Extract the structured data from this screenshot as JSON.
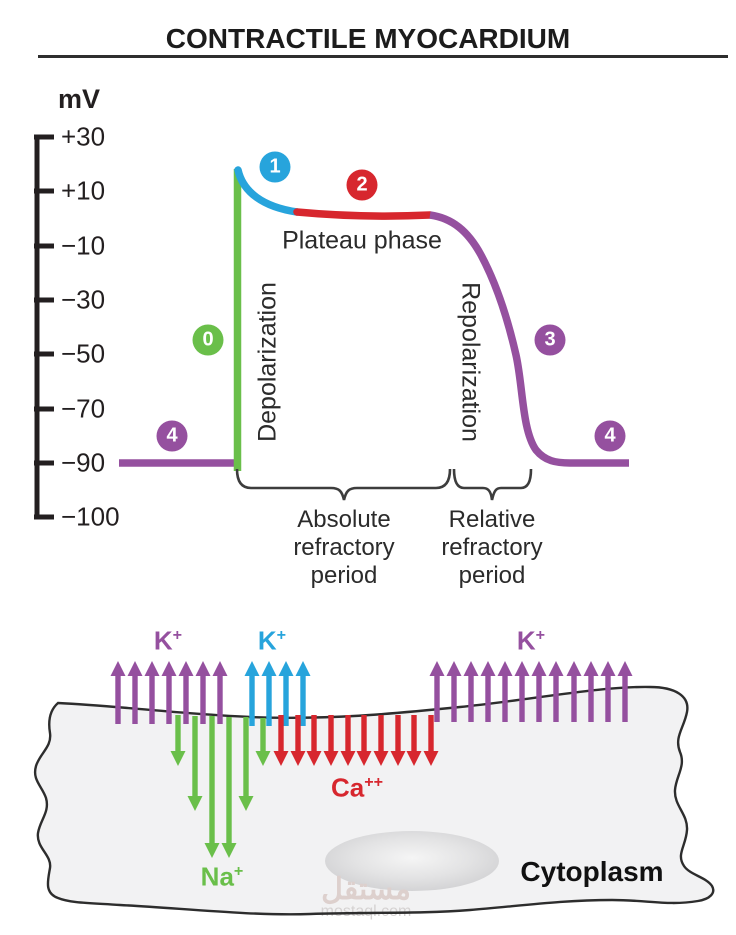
{
  "title": "CONTRACTILE MYOCARDIUM",
  "colors": {
    "green": "#6abf4a",
    "blue": "#27a4dc",
    "red": "#d7272e",
    "purple": "#95509f",
    "ink": "#231f20",
    "brace": "#3d3d3d",
    "cell_fill": "#f2f2f3",
    "cell_stroke": "#2d2d2d",
    "nucleus": "#d7d7d8",
    "watermark": "#ddd0cd",
    "watermark_url": "#d5d2d2"
  },
  "chart": {
    "axis": {
      "unit": "mV",
      "ticks": [
        "+30",
        "+10",
        "−10",
        "−30",
        "−50",
        "−70",
        "−90",
        "−100"
      ]
    },
    "labels": {
      "plateau": "Plateau phase",
      "depolarization": "Depolarization",
      "repolarization": "Repolarization",
      "absolute_refractory": "Absolute refractory period",
      "relative_refractory": "Relative refractory period"
    },
    "phase_markers": [
      {
        "label": "0",
        "color": "green"
      },
      {
        "label": "1",
        "color": "blue"
      },
      {
        "label": "2",
        "color": "red"
      },
      {
        "label": "3",
        "color": "purple"
      },
      {
        "label": "4",
        "color": "purple"
      },
      {
        "label": "4",
        "color": "purple"
      }
    ],
    "resting_potential_mV": -90
  },
  "membrane": {
    "ion_labels": [
      {
        "symbol": "K",
        "charge": "+",
        "color": "purple"
      },
      {
        "symbol": "K",
        "charge": "+",
        "color": "blue"
      },
      {
        "symbol": "K",
        "charge": "+",
        "color": "purple"
      },
      {
        "symbol": "Ca",
        "charge": "++",
        "color": "red"
      },
      {
        "symbol": "Na",
        "charge": "+",
        "color": "green"
      }
    ],
    "arrow_counts": {
      "k_plus_left_out": 7,
      "k_plus_mid_out": 4,
      "k_plus_right_out": 12,
      "na_plus_in": 6,
      "ca_plus_plus_in": 10
    },
    "cytoplasm_label": "Cytoplasm"
  },
  "watermark": {
    "arabic": "مستقل",
    "domain": "mostaql.com"
  }
}
